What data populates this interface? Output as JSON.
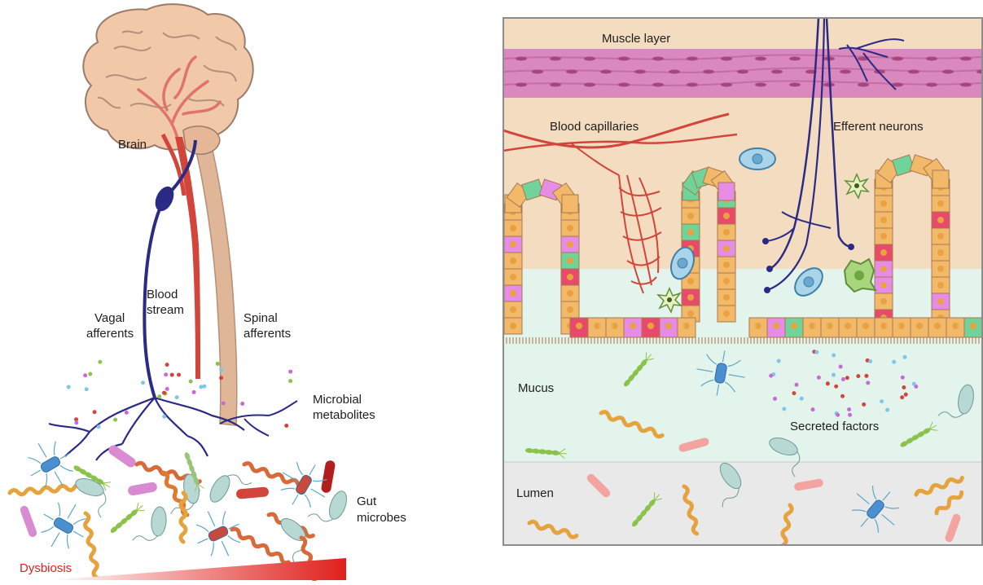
{
  "left_panel": {
    "labels": {
      "brain": "Brain",
      "blood_1": "Blood",
      "blood_2": "stream",
      "vagal_1": "Vagal",
      "vagal_2": "afferents",
      "spinal_1": "Spinal",
      "spinal_2": "afferents",
      "microbial_1": "Microbial",
      "microbial_2": "metabolites",
      "gut_1": "Gut",
      "gut_2": "microbes",
      "dysbiosis": "Dysbiosis"
    }
  },
  "right_panel": {
    "labels": {
      "muscle": "Muscle layer",
      "capillaries": "Blood capillaries",
      "efferent": "Efferent neurons",
      "mucus": "Mucus",
      "secreted": "Secreted factors",
      "lumen": "Lumen"
    }
  },
  "colors": {
    "nerve": "#2b2a85",
    "blood": "#d2453a",
    "spinal": "#d9aa8a",
    "brain": "#f0c8a8",
    "tissue": "#f3dcc0",
    "muscle": "#d989bd",
    "mucus": "#e3f4ec",
    "lumen": "#e9e9e9",
    "dysbiosis": "#e0201c"
  }
}
